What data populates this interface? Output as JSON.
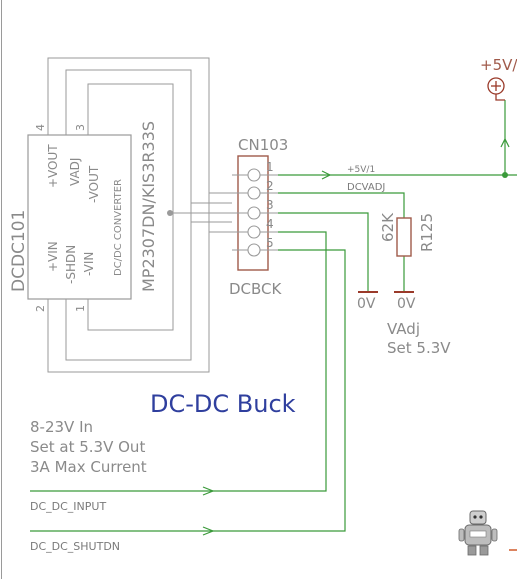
{
  "module": {
    "name": "DCDC101",
    "part": "MP2307DN/KIS3R33S",
    "desc": "DC/DC CONVERTER",
    "pin_vout_p": "+VOUT",
    "pin_vadj": "VADJ",
    "pin_vout_n": "-VOUT",
    "pin_vin_p": "+VIN",
    "pin_shdn": "-SHDN",
    "pin_vin_n": "-VIN",
    "num4": "4",
    "num3": "3",
    "num2": "2",
    "num1": "1"
  },
  "connector": {
    "name": "CN103",
    "value": "DCBCK",
    "pins": [
      "1",
      "2",
      "3",
      "4",
      "5"
    ]
  },
  "power": {
    "label": "+5V/"
  },
  "nets": {
    "n5v": "+5V/1",
    "dcvadj": "DCVADJ"
  },
  "resistor": {
    "value": "62K",
    "name": "R125"
  },
  "grounds": {
    "g1": "0V",
    "g2": "0V"
  },
  "notes": {
    "vadj": "VAdj",
    "set": "Set 5.3V",
    "title": "DC-DC Buck",
    "line1": "8-23V In",
    "line2": "Set at 5.3V Out",
    "line3": "3A Max Current"
  },
  "signals": {
    "input": "DC_DC_INPUT",
    "shutdn": "DC_DC_SHUTDN"
  },
  "colors": {
    "wire": "#3a9a3a",
    "outline": "#9a9a9a",
    "title": "#2f3f9e",
    "power": "#9a3a2a"
  }
}
